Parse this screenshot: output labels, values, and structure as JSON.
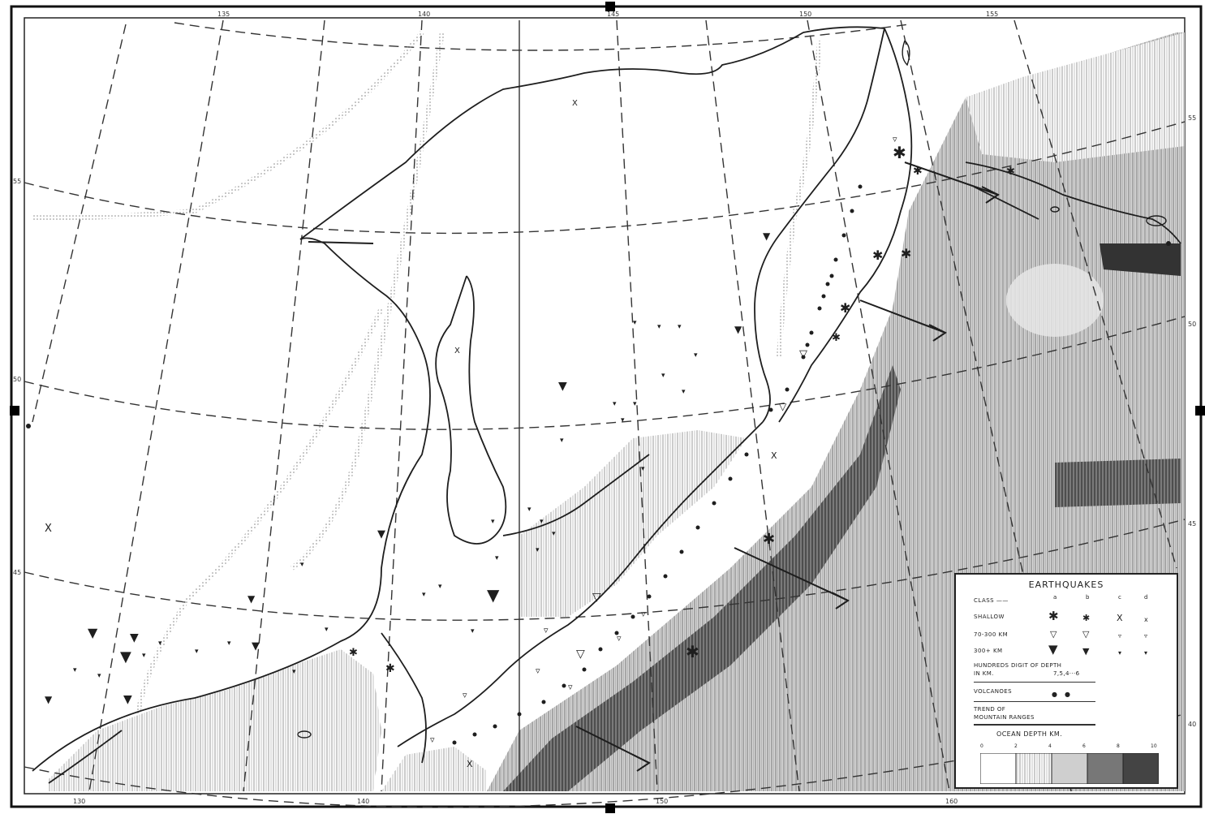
{
  "map": {
    "graticule_labels": {
      "lon_top": [
        "135",
        "140",
        "145",
        "150",
        "155"
      ],
      "lon_bottom": [
        "130",
        "140",
        "150",
        "160"
      ],
      "lat_right": [
        "55",
        "50",
        "45",
        "40"
      ],
      "lat_left": [
        "55",
        "50",
        "45"
      ]
    }
  },
  "legend": {
    "title": "EARTHQUAKES",
    "class_label": "CLASS ——",
    "class_columns": [
      "a",
      "b",
      "c",
      "d"
    ],
    "rows": [
      {
        "label": "SHALLOW",
        "symbols": [
          "✱",
          "✱",
          "X",
          "x"
        ]
      },
      {
        "label": "70-300 KM",
        "symbols": [
          "▽",
          "▽",
          "▿",
          "▿"
        ]
      },
      {
        "label": "300+ KM",
        "symbols": [
          "▼",
          "▼",
          "▾",
          "▾"
        ]
      }
    ],
    "depth_note_line1": "HUNDREDS DIGIT OF DEPTH",
    "depth_note_line2": "IN KM.",
    "depth_note_value": "7,5,4···6",
    "volcanoes_label": "VOLCANOES",
    "volcano_symbols": [
      "●",
      "●"
    ],
    "trend_label_line1": "TREND OF",
    "trend_label_line2": "MOUNTAIN RANGES",
    "ocean_depth_label": "OCEAN DEPTH KM.",
    "ocean_depth_ticks": [
      "0",
      "2",
      "4",
      "6",
      "8",
      "10"
    ]
  },
  "colors": {
    "ink": "#1e1e1e",
    "paper": "#ffffff",
    "deep": "#4a4a4a",
    "mid": "#9a9a9a",
    "light": "#cfcfcf"
  }
}
